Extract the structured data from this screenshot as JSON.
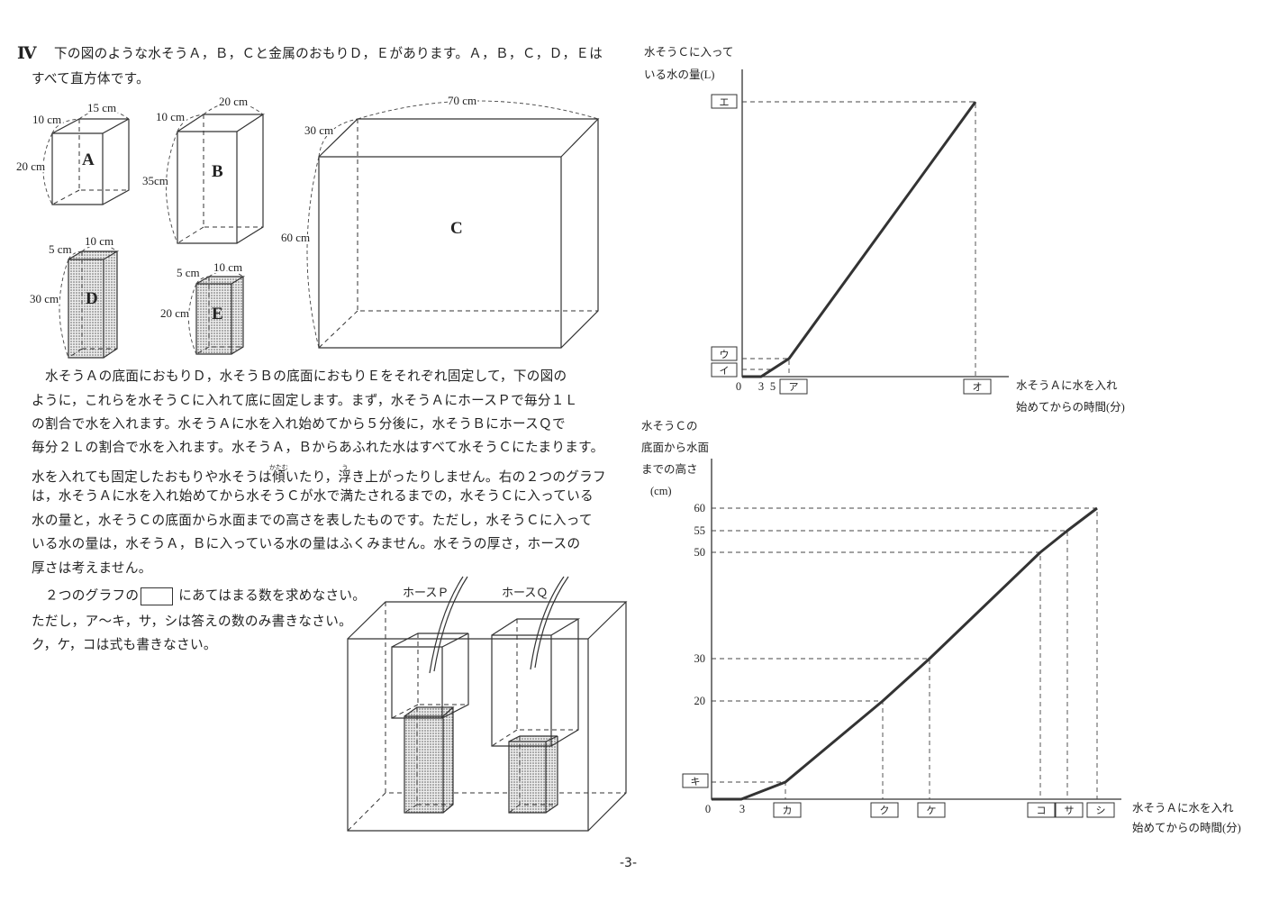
{
  "problem": {
    "number": "Ⅳ",
    "intro_lines": [
      "下の図のような水そうＡ，Ｂ，Ｃと金属のおもりＤ，Ｅがあります。Ａ，Ｂ，Ｃ，Ｄ，Ｅは",
      "すべて直方体です。"
    ]
  },
  "figure_top": {
    "tank_a": {
      "name": "A",
      "width": "15 cm",
      "depth": "10 cm",
      "height": "20 cm"
    },
    "tank_b": {
      "name": "B",
      "width": "20 cm",
      "depth": "10 cm",
      "height": "35cm"
    },
    "tank_c": {
      "name": "C",
      "width": "70 cm",
      "depth": "30 cm",
      "height": "60 cm"
    },
    "weight_d": {
      "name": "D",
      "width": "10 cm",
      "depth": "5 cm",
      "height": "30 cm"
    },
    "weight_e": {
      "name": "E",
      "width": "10 cm",
      "depth": "5 cm",
      "height": "20 cm"
    }
  },
  "body": {
    "lines": [
      "水そうＡの底面におもりＤ，水そうＢの底面におもりＥをそれぞれ固定して，下の図の",
      "ように，これらを水そうＣに入れて底に固定します。まず，水そうＡにホースＰで毎分１Ｌ",
      "の割合で水を入れます。水そうＡに水を入れ始めてから５分後に，水そうＢにホースＱで",
      "毎分２Ｌの割合で水を入れます。水そうＡ，Ｂからあふれた水はすべて水そうＣにたまります。",
      "",
      "は，水そうＡに水を入れ始めてから水そうＣが水で満たされるまでの，水そうＣに入っている",
      "水の量と，水そうＣの底面から水面までの高さを表したものです。ただし，水そうＣに入って",
      "いる水の量は，水そうＡ，Ｂに入っている水の量はふくみません。水そうの厚さ，ホースの",
      "厚さは考えません。"
    ],
    "line5": {
      "seg0": "水を入れても固定したおもりや水そうは",
      "ruby1_base": "傾",
      "ruby1_reading": "かたむ",
      "seg1": "いたり，",
      "ruby2_base": "浮",
      "ruby2_reading": "う",
      "seg2": "き上がったりしません。右の２つのグラフ"
    }
  },
  "question": {
    "line1_before": "２つのグラフの",
    "line1_after": "にあてはまる数を求めなさい。",
    "line2": "ただし，ア～キ，サ，シは答えの数のみ書きなさい。",
    "line3": "ク，ケ，コは式も書きなさい。"
  },
  "figure_bottom": {
    "hose_p": "ホースＰ",
    "hose_q": "ホースＱ"
  },
  "graph1": {
    "ylabel_lines": [
      "水そうＣに入って",
      "いる水の量(L)"
    ],
    "xlabel_lines": [
      "水そうＡに水を入れ",
      "始めてからの時間(分)"
    ],
    "x_ticks": [
      "0",
      "3",
      "5"
    ],
    "x_blanks": [
      "ア",
      "オ"
    ],
    "y_blanks": [
      "エ",
      "ウ",
      "イ"
    ]
  },
  "graph2": {
    "ylabel_lines": [
      "水そうＣの",
      "底面から水面",
      "までの高さ",
      "(cm)"
    ],
    "xlabel_lines": [
      "水そうＡに水を入れ",
      "始めてからの時間(分)"
    ],
    "y_ticks": [
      "60",
      "55",
      "50",
      "30",
      "20"
    ],
    "y_blanks": [
      "キ"
    ],
    "x_ticks": [
      "0",
      "3"
    ],
    "x_blanks": [
      "カ",
      "ク",
      "ケ",
      "コ",
      "サ",
      "シ"
    ]
  },
  "page_number": "-3-",
  "chart_data": [
    {
      "type": "line",
      "title": "",
      "xlabel": "水そうＡに水を入れ始めてからの時間(分)",
      "ylabel": "水そうＣに入っている水の量(L)",
      "x_tick_labels": [
        "0",
        "3",
        "5",
        "ア",
        "オ"
      ],
      "y_tick_labels": [
        "イ",
        "ウ",
        "エ"
      ],
      "points": [
        {
          "x": "0",
          "y": "0"
        },
        {
          "x": "3",
          "y": "0"
        },
        {
          "x": "5",
          "y": "イ"
        },
        {
          "x": "ア",
          "y": "ウ"
        },
        {
          "x": "オ",
          "y": "エ"
        }
      ],
      "grid": false
    },
    {
      "type": "line",
      "title": "",
      "xlabel": "水そうＡに水を入れ始めてからの時間(分)",
      "ylabel": "水そうＣの底面から水面までの高さ(cm)",
      "x_tick_labels": [
        "0",
        "3",
        "カ",
        "ク",
        "ケ",
        "コ",
        "サ",
        "シ"
      ],
      "y_tick_labels": [
        "キ",
        "20",
        "30",
        "50",
        "55",
        "60"
      ],
      "points": [
        {
          "x": "0",
          "y": 0
        },
        {
          "x": "3",
          "y": 0
        },
        {
          "x": "カ",
          "y": "キ"
        },
        {
          "x": "ク",
          "y": 20
        },
        {
          "x": "ケ",
          "y": 30
        },
        {
          "x": "コ",
          "y": 50
        },
        {
          "x": "サ",
          "y": 55
        },
        {
          "x": "シ",
          "y": 60
        }
      ],
      "ylim": [
        0,
        60
      ],
      "grid": false
    }
  ]
}
